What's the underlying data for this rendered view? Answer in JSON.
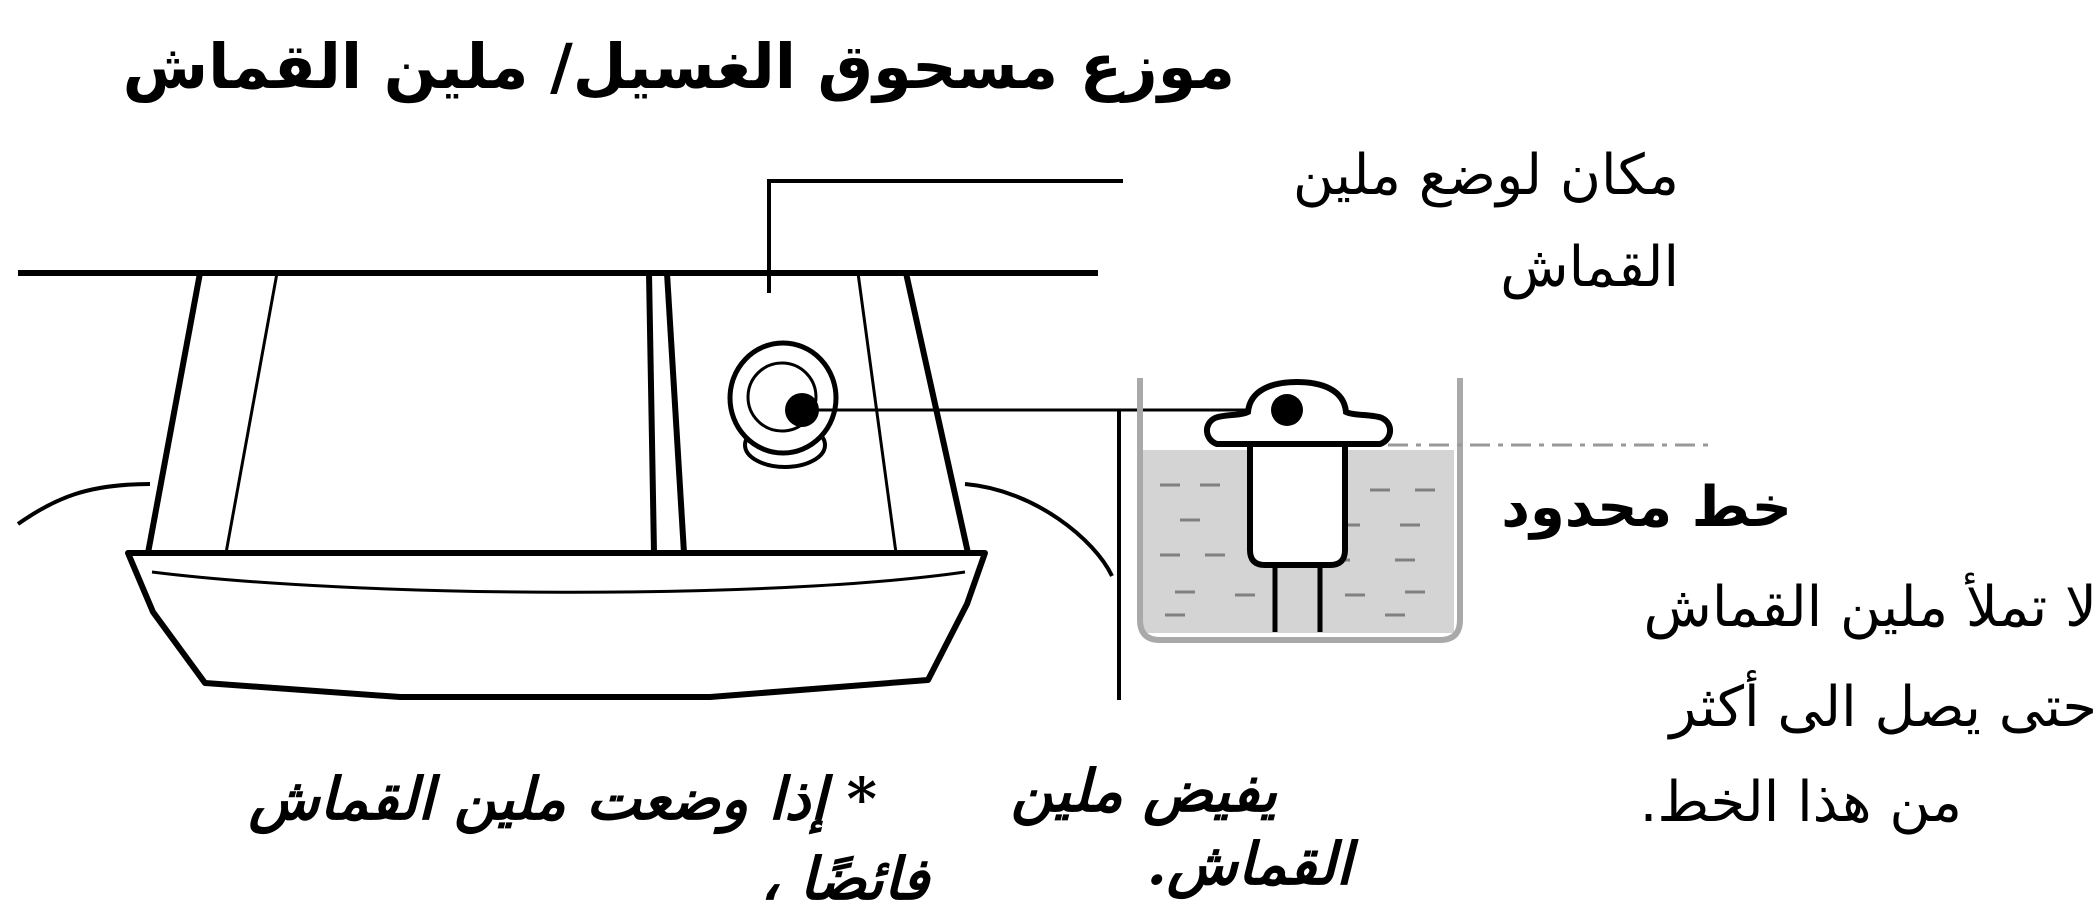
{
  "title": "موزع مسحوق الغسيل/ ملين القماش",
  "callouts": {
    "softener_place": [
      "مكان لوضع ملين",
      "القماش"
    ],
    "limit_line": {
      "heading": "خط محدود",
      "note": [
        "لا تملأ ملين القماش",
        "حتى يصل الى أكثر",
        "من هذا الخط."
      ]
    }
  },
  "warning": {
    "part1": [
      "* إذا وضعت ملين القماش",
      "فائضًا ،"
    ],
    "part2": [
      "يفيض ملين",
      "القماش."
    ]
  },
  "colors": {
    "line": "#000000",
    "liquid": "#d4d4d4",
    "cup_wall": "#a9a9a9",
    "limit_line": "#999999",
    "background": "#ffffff"
  }
}
